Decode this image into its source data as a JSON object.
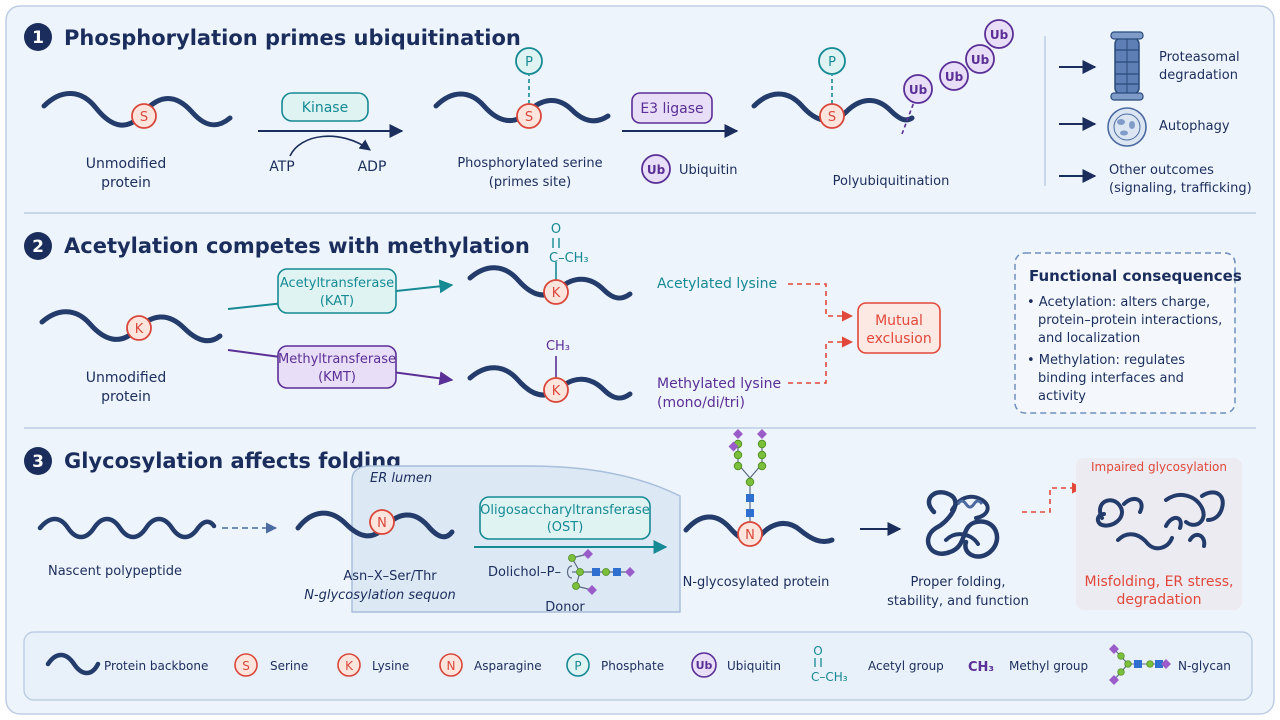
{
  "sections": [
    {
      "number": "1",
      "title": "Phosphorylation primes ubiquitination",
      "unmodified_label": [
        "Unmodified",
        "protein"
      ],
      "enzyme": "Kinase",
      "cofactor_in": "ATP",
      "cofactor_out": "ADP",
      "phospho_label": [
        "Phosphorylated serine",
        "(primes site)"
      ],
      "ligase": "E3 ligase",
      "ubiquitin_label": "Ubiquitin",
      "poly_label": "Polyubiquitination",
      "outcomes": [
        {
          "icon": "proteasome-icon",
          "text": [
            "Proteasomal",
            "degradation"
          ]
        },
        {
          "icon": "autophagy-icon",
          "text": [
            "Autophagy"
          ]
        },
        {
          "icon": "none",
          "text": [
            "Other outcomes",
            "(signaling, trafficking)"
          ]
        }
      ]
    },
    {
      "number": "2",
      "title": "Acetylation competes with methylation",
      "unmodified_label": [
        "Unmodified",
        "protein"
      ],
      "enzyme_top": [
        "Acetyltransferase",
        "(KAT)"
      ],
      "enzyme_bottom": [
        "Methyltransferase",
        "(KMT)"
      ],
      "acetyl_label": "Acetylated lysine",
      "methyl_label": [
        "Methylated lysine",
        "(mono/di/tri)"
      ],
      "exclusion": [
        "Mutual",
        "exclusion"
      ],
      "consequences_title": "Functional consequences",
      "consequences": [
        [
          "• Acetylation: alters charge,",
          "protein–protein interactions,",
          "and localization"
        ],
        [
          "• Methylation: regulates",
          "binding interfaces and",
          "activity"
        ]
      ]
    },
    {
      "number": "3",
      "title": "Glycosylation affects folding",
      "nascent_label": "Nascent polypeptide",
      "er_label": "ER lumen",
      "sequon_label": [
        "Asn–X–Ser/Thr",
        "N-glycosylation sequon"
      ],
      "enzyme": [
        "Oligosaccharyltransferase",
        "(OST)"
      ],
      "donor_prefix": "Dolichol–P–",
      "donor_label": "Donor",
      "glycosylated_label": "N-glycosylated protein",
      "folded_label": [
        "Proper folding,",
        "stability, and function"
      ],
      "impaired_title": "Impaired glycosylation",
      "impaired_label": [
        "Misfolding, ER stress,",
        "degradation"
      ]
    }
  ],
  "residues": {
    "serine": "S",
    "lysine": "K",
    "asparagine": "N",
    "phosphate": "P",
    "ubiquitin": "Ub"
  },
  "chem": {
    "oxygen": "O",
    "acetyl_tail": "C–CH₃",
    "acetyl_right": "CH₃",
    "methyl": "CH₃"
  },
  "legend": [
    {
      "key": "backbone",
      "label": "Protein backbone"
    },
    {
      "key": "serine",
      "label": "Serine"
    },
    {
      "key": "lysine",
      "label": "Lysine"
    },
    {
      "key": "asparagine",
      "label": "Asparagine"
    },
    {
      "key": "phosphate",
      "label": "Phosphate"
    },
    {
      "key": "ubiquitin",
      "label": "Ubiquitin"
    },
    {
      "key": "acetyl",
      "label": "Acetyl group"
    },
    {
      "key": "methyl",
      "label": "Methyl group"
    },
    {
      "key": "glycan",
      "label": "N-glycan"
    }
  ],
  "colors": {
    "navy": "#1b2d5c",
    "backbone": "#243c6b",
    "residue_red": "#d9473a",
    "residue_fill": "#fde4dd",
    "teal": "#168a94",
    "teal_fill": "#dff3f3",
    "purple": "#5a2f96",
    "purple_fill": "#e8def7",
    "red_alert": "#e1483b",
    "panel_bg": "#eef4fb",
    "panel_border": "#bccde3"
  }
}
